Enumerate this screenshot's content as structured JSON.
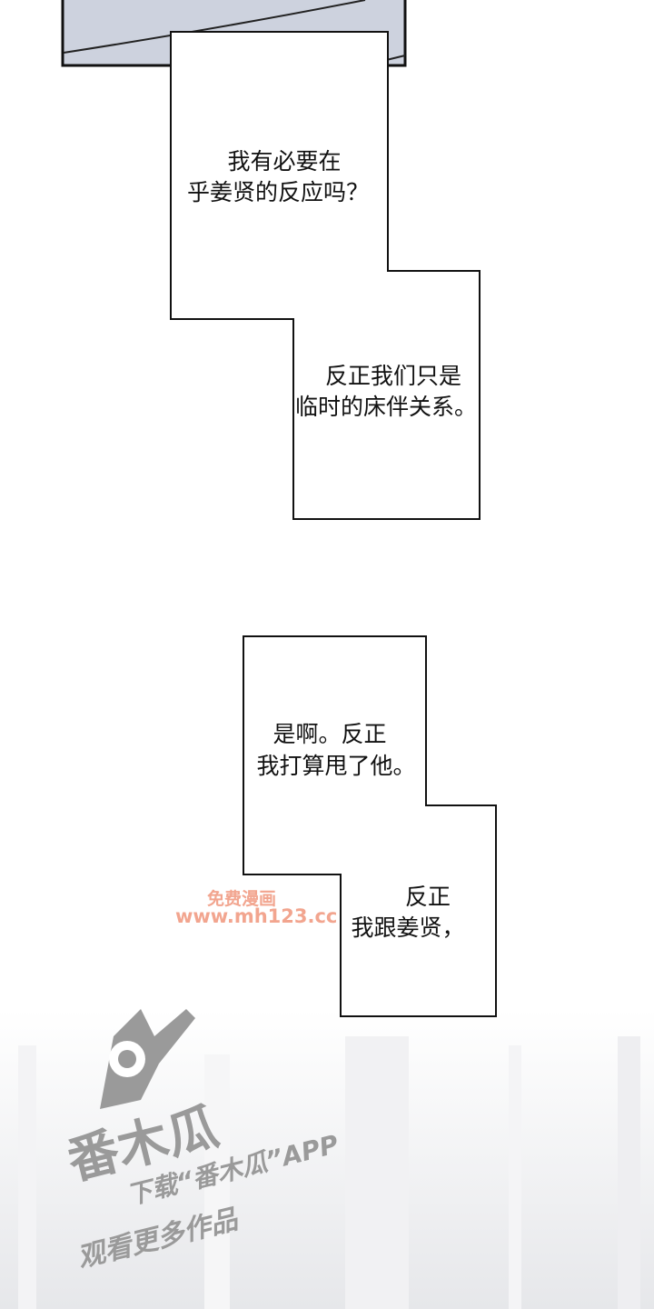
{
  "panels": {
    "bubble1": {
      "line1": "我有必要在",
      "line2": "乎姜贤的反应吗？"
    },
    "bubble2": {
      "line1": "反正我们只是",
      "line2": "临时的床伴关系。"
    },
    "bubble3": {
      "line1": "是啊。反正",
      "line2": "我打算甩了他。"
    },
    "bubble4": {
      "line1": "反正",
      "line2": "我跟姜贤，"
    }
  },
  "watermarks": {
    "site_line1": "免费漫画",
    "site_line2": "www.mh123.cc",
    "logo_text": "番木瓜",
    "app_line1": "下载“番木瓜”APP",
    "app_line2": "观看更多作品"
  },
  "colors": {
    "panel_fill": "#cdd2de",
    "site_watermark": "#f2a58f",
    "logo_gray": "#9a9a9a"
  }
}
